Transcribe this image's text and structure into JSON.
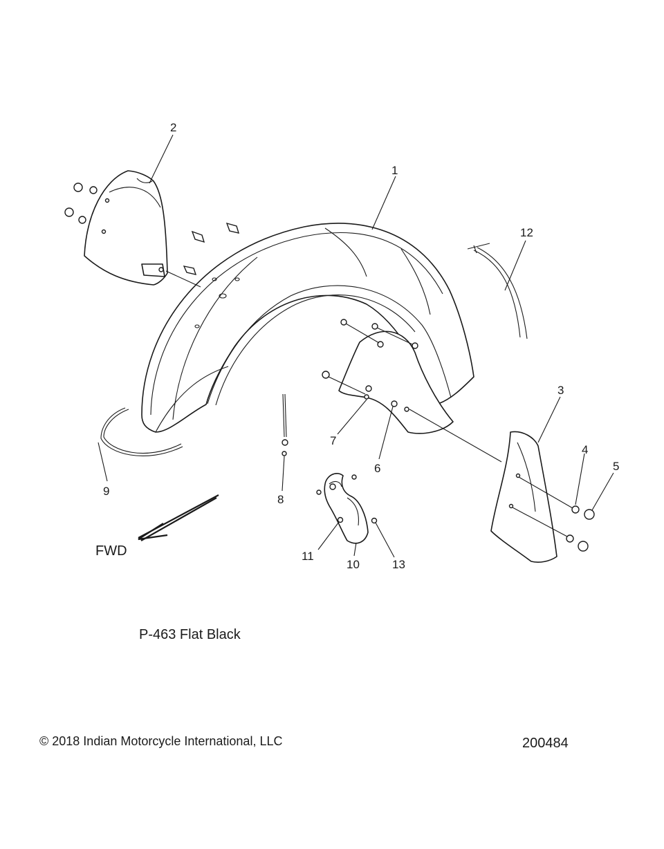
{
  "callouts": {
    "c1": "1",
    "c2": "2",
    "c3": "3",
    "c4": "4",
    "c5": "5",
    "c6": "6",
    "c7": "7",
    "c8": "8",
    "c9": "9",
    "c10": "10",
    "c11": "11",
    "c12": "12",
    "c13": "13"
  },
  "direction_label": "FWD",
  "paint_note": "P-463  Flat Black",
  "copyright": "© 2018 Indian Motorcycle International, LLC",
  "figure_number": "200484"
}
